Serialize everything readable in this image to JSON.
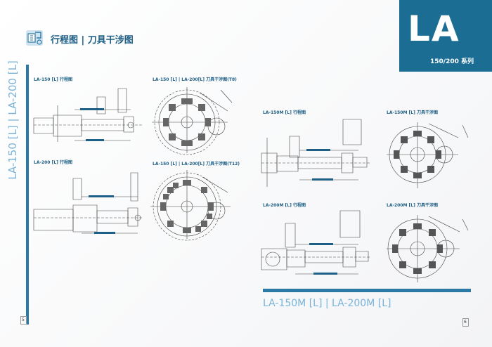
{
  "header": {
    "title": "行程图 | 刀具干涉图"
  },
  "series_block": {
    "model": "LA",
    "series": "150/200 系列"
  },
  "side_label": "LA-150 [L] | LA-200 [L]",
  "bottom_label": "LA-150M [L] | LA-200M [L]",
  "drawings": {
    "la150_stroke": "LA-150 [L] 行程图",
    "la200_stroke": "LA-200 [L] 行程图",
    "interference_t8": "LA-150 [L] | LA-200[L] 刀具干涉图(T8)",
    "interference_t12": "LA-150 [L] | LA-200[L] 刀具干涉图(T12)",
    "la150m_stroke": "LA-150M [L] 行程图",
    "la150m_interference": "LA-150M [L] 刀具干涉图",
    "la200m_stroke": "LA-200M [L] 行程图",
    "la200m_interference": "LA-200M [L] 刀具干涉图"
  },
  "page_numbers": {
    "left": "5",
    "right": "6"
  },
  "colors": {
    "brand_blue": "#1c6d93",
    "accent_blue": "#2b7aa6",
    "light_blue": "#7ab3d8"
  }
}
